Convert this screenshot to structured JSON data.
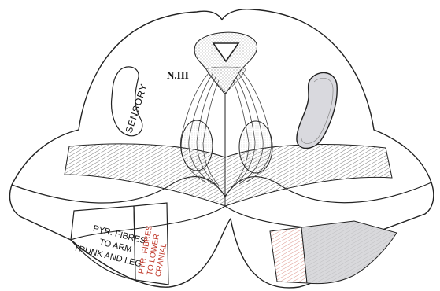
{
  "labels": {
    "nerve": "N.III",
    "sensory": "SENSORY",
    "arm_fibres_line1": "PYR. FIBRES",
    "arm_fibres_line2": "TO ARM",
    "arm_fibres_line3": "TRUNK AND LEG",
    "cranial_line1": "PYR. FIBRES",
    "cranial_line2": "TO LOWER",
    "cranial_line3": "CRANIAL"
  },
  "colors": {
    "ink": "#222222",
    "paper": "#ffffff",
    "cranial_red": "#c0392b",
    "stipple": "#888888"
  }
}
